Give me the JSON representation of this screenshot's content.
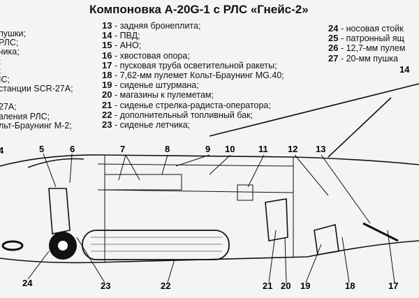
{
  "title": "Компоновка  А-20G-1 с РЛС «Гнейс-2»",
  "legend_left": [
    "пушки;",
    "РЛС;",
    "чика;",
    ";",
    ";",
    "ІС;",
    "станции SCR-27A;",
    "",
    "27A;",
    "вления РЛС;",
    "льт-Браунинг М-2;"
  ],
  "legend_middle": [
    {
      "n": "13",
      "t": " - задняя бронеплита;"
    },
    {
      "n": "14",
      "t": " - ПВД;"
    },
    {
      "n": "15",
      "t": " - АНО;"
    },
    {
      "n": "16",
      "t": " - хвостовая опора;"
    },
    {
      "n": "17",
      "t": " - пусковая труба осветительной ракеты;"
    },
    {
      "n": "18",
      "t": " - 7,62-мм пулемет Кольт-Браунинг MG.40;"
    },
    {
      "n": "19",
      "t": " - сиденье штурмана;"
    },
    {
      "n": "20",
      "t": " - магазины к пулеметам;"
    },
    {
      "n": "21",
      "t": " - сиденье стрелка-радиста-оператора;"
    },
    {
      "n": "22",
      "t": " - дополнительный топливный бак;"
    },
    {
      "n": "23",
      "t": " - сиденье летчика;"
    }
  ],
  "legend_right": [
    {
      "n": "24",
      "t": " - носовая стойк"
    },
    {
      "n": "25",
      "t": " - патронный ящ"
    },
    {
      "n": "26",
      "t": " - 12,7-мм пулем"
    },
    {
      "n": "27",
      "t": " - 20-мм пушка"
    }
  ],
  "callouts": [
    "4",
    "5",
    "6",
    "7",
    "8",
    "9",
    "10",
    "11",
    "12",
    "13",
    "14",
    "24",
    "23",
    "22",
    "21",
    "20",
    "19",
    "18",
    "17"
  ]
}
